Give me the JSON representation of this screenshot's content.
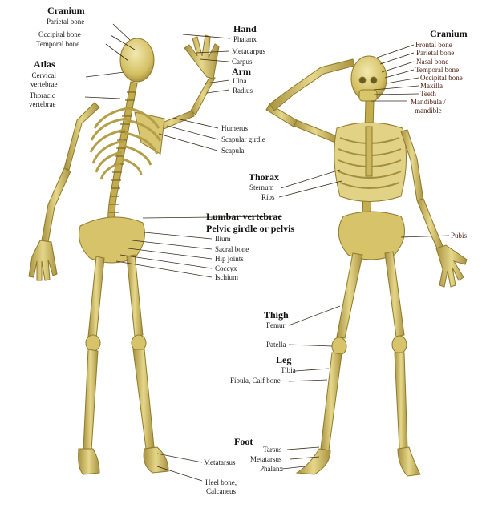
{
  "colors": {
    "bone": "#d8c66a",
    "bone_dark": "#8f7a2c",
    "bone_light": "#efe3a0",
    "line": "#3a2a1a",
    "label_left": "#1a1a1a",
    "label_right": "#4a1a10"
  },
  "back_view": {
    "cranium": {
      "heading": "Cranium",
      "items": [
        "Parietal bone",
        "Occipital bone",
        "Temporal bone"
      ]
    },
    "atlas": {
      "heading": "Atlas",
      "cervical": "Cervical\nvertebrae",
      "thoracic": "Thoracic\nvertebrae"
    },
    "hand": {
      "heading": "Hand",
      "items": [
        "Phalanx",
        "Metacarpus",
        "Carpus"
      ]
    },
    "arm": {
      "heading": "Arm",
      "items": [
        "Ulna",
        "Radius"
      ]
    },
    "shoulder": [
      "Humerus",
      "Scapular girdle",
      "Scapula"
    ],
    "pelvis": {
      "lumbar": "Lumbar vertebrae",
      "heading": "Pelvic girdle or pelvis",
      "items": [
        "Ilium",
        "Sacral bone",
        "Hip joints",
        "Coccyx",
        "Ischium"
      ]
    },
    "foot": {
      "metatarsus": "Metatarsus",
      "heel": "Heel bone,\nCalcaneus"
    }
  },
  "front_view": {
    "cranium": {
      "heading": "Cranium",
      "items": [
        "Frontal bone",
        "Parietal bone",
        "Nasal bone",
        "Temporal bone",
        "Occipital bone",
        "Maxilla",
        "Teeth",
        "Mandibula /\nmandible"
      ]
    },
    "thorax": {
      "heading": "Thorax",
      "items": [
        "Sternum",
        "Ribs"
      ]
    },
    "pubis": "Pubis",
    "thigh": {
      "heading": "Thigh",
      "items": [
        "Femur",
        "Patella"
      ]
    },
    "leg": {
      "heading": "Leg",
      "items": [
        "Tibia",
        "Fibula, Calf bone"
      ]
    },
    "foot": {
      "heading": "Foot",
      "items": [
        "Tarsus",
        "Metatarsus",
        "Phalanx"
      ]
    }
  }
}
